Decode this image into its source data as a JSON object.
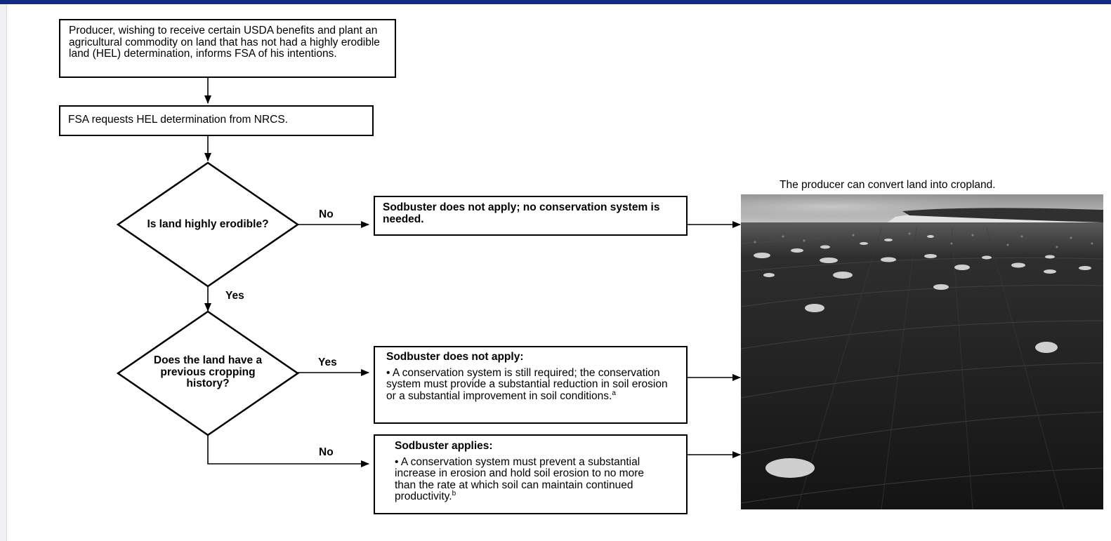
{
  "flowchart": {
    "start_box": "Producer, wishing to receive certain USDA benefits and plant an agricultural commodity on land that has not had a highly erodible land (HEL) determination, informs FSA of his intentions.",
    "request_box": "FSA requests HEL determination from NRCS.",
    "decision1": "Is land highly erodible?",
    "decision2": "Does the land have a previous cropping history?",
    "no_label_1": "No",
    "yes_label_1": "Yes",
    "yes_label_2": "Yes",
    "no_label_2": "No",
    "result_not_apply_no_system": "Sodbuster does not apply; no conservation system is needed.",
    "result_not_apply_title": "Sodbuster does not apply:",
    "result_not_apply_body": "• A conservation system is still required; the conservation system must provide a substantial reduction in soil erosion or a substantial improvement in soil conditions.",
    "result_not_apply_footnote": "a",
    "result_applies_title": "Sodbuster applies:",
    "result_applies_body": "• A conservation system must prevent a substantial increase in erosion and hold soil erosion to no more than the rate at which soil can maintain continued productivity.",
    "result_applies_footnote": "b"
  },
  "photo": {
    "caption": "The producer can convert land into cropland."
  },
  "colors": {
    "topbar": "#132a83",
    "stroke": "#000000"
  }
}
